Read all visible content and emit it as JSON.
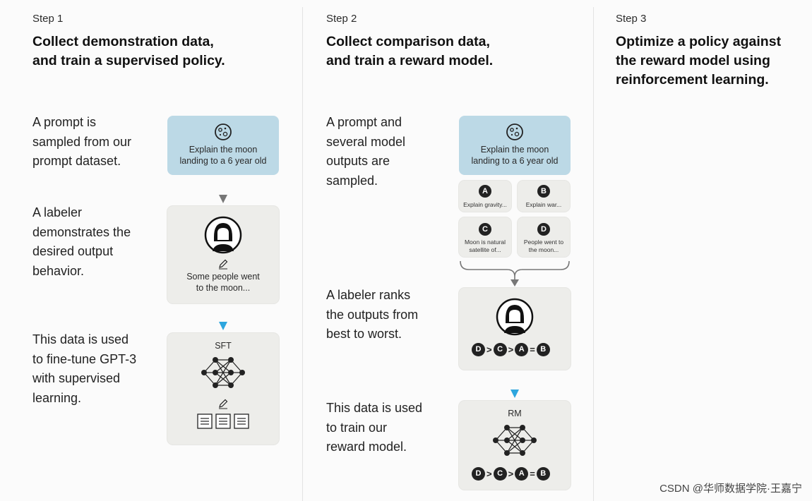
{
  "steps": [
    {
      "label": "Step 1",
      "title_lines": [
        "Collect demonstration data,",
        "and train a supervised policy."
      ],
      "desc1": [
        "A prompt is",
        "sampled from our",
        "prompt dataset."
      ],
      "prompt_card": [
        "Explain the moon",
        "landing to a 6 year old"
      ],
      "desc2": [
        "A labeler",
        "demonstrates the",
        "desired output",
        "behavior."
      ],
      "labeler_output": [
        "Some people went",
        "to the moon..."
      ],
      "desc3": [
        "This data is used",
        "to fine-tune GPT-3",
        "with supervised",
        "learning."
      ],
      "model_label": "SFT"
    },
    {
      "label": "Step 2",
      "title_lines": [
        "Collect comparison data,",
        "and train a reward model."
      ],
      "desc1": [
        "A prompt and",
        "several model",
        "outputs are",
        "sampled."
      ],
      "prompt_card": [
        "Explain the moon",
        "landing to a 6 year old"
      ],
      "outputs": [
        {
          "letter": "A",
          "lines": [
            "Explain gravity..."
          ]
        },
        {
          "letter": "B",
          "lines": [
            "Explain war..."
          ]
        },
        {
          "letter": "C",
          "lines": [
            "Moon is natural",
            "satellite of..."
          ]
        },
        {
          "letter": "D",
          "lines": [
            "People went to",
            "the moon..."
          ]
        }
      ],
      "desc2": [
        "A labeler ranks",
        "the outputs from",
        "best to worst."
      ],
      "ranking": [
        "D",
        ">",
        "C",
        ">",
        "A",
        "=",
        "B"
      ],
      "desc3": [
        "This data is used",
        "to train our",
        "reward model."
      ],
      "model_label": "RM"
    },
    {
      "label": "Step 3",
      "title_lines": [
        "Optimize a policy against",
        "the reward model using",
        "reinforcement learning."
      ]
    }
  ],
  "watermark": "CSDN @华师数据学院·王嘉宁",
  "colors": {
    "prompt_card": "#bcd9e6",
    "card": "#ededea",
    "accent_arrow": "#2ea6de"
  }
}
